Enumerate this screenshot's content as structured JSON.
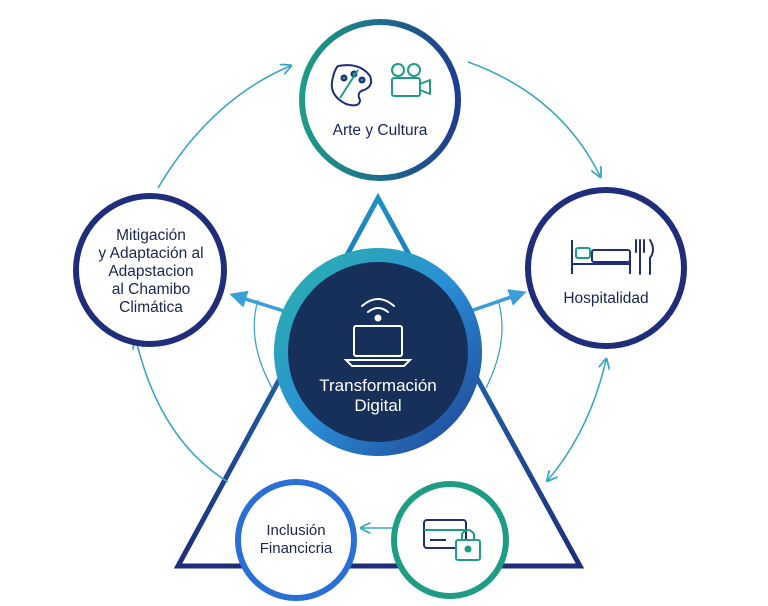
{
  "center": {
    "label_line1": "Transformación",
    "label_line2": "Digital",
    "icon": "laptop-wifi-icon"
  },
  "nodes": {
    "arte": {
      "label": "Arte y Cultura",
      "icons": [
        "palette-icon",
        "film-camera-icon"
      ]
    },
    "hospitalidad": {
      "label": "Hospitalidad",
      "icons": [
        "bed-icon",
        "fork-knife-icon"
      ]
    },
    "mitigacion": {
      "line1": "Mitigación",
      "line2": "y Adaptación al",
      "line3": "Adapstacion",
      "line4": "al Chamibo",
      "line5": "Climática"
    },
    "inclusion": {
      "line1": "Inclusión",
      "line2": "Financicria"
    },
    "fintech": {
      "icons": [
        "credit-card-icon",
        "padlock-icon"
      ]
    }
  },
  "colors": {
    "navy": "#1f2d7a",
    "teal": "#1e9c86",
    "blue": "#2a6fd6",
    "center_fill": "#16305a",
    "arrow": "#3aa7c2"
  }
}
